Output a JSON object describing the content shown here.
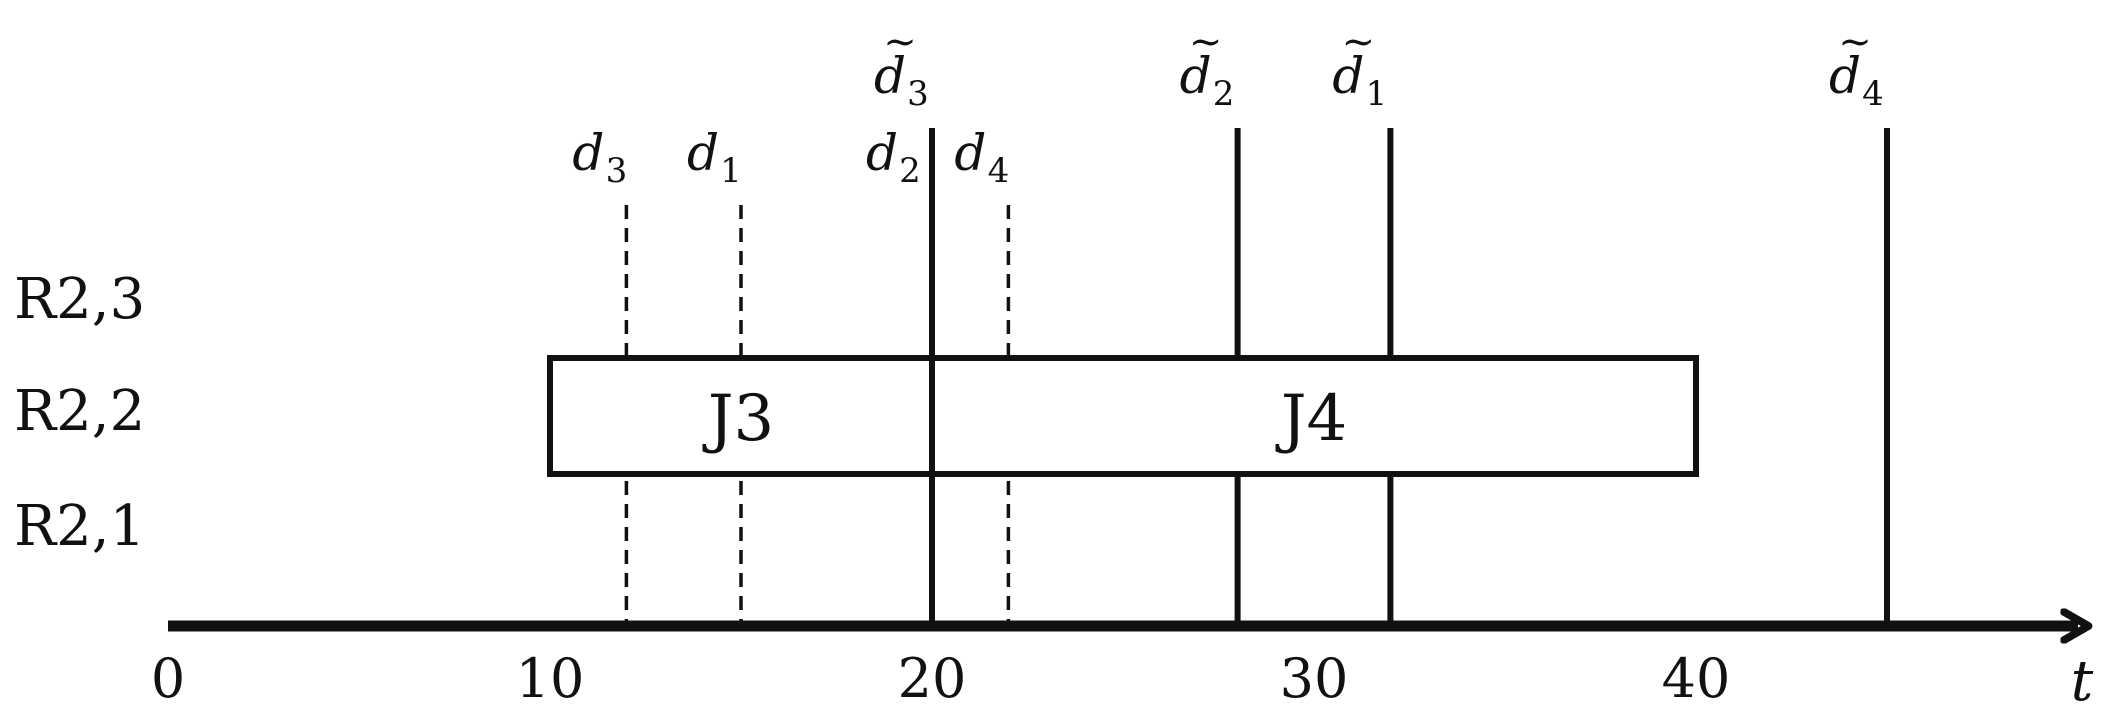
{
  "rows": [
    {
      "label": "R2,3"
    },
    {
      "label": "R2,2"
    },
    {
      "label": "R2,1"
    }
  ],
  "axis": {
    "variable": "t",
    "min": 0,
    "max": 50,
    "ticks": [
      {
        "value": 0,
        "label": "0"
      },
      {
        "value": 10,
        "label": "10"
      },
      {
        "value": 20,
        "label": "20"
      },
      {
        "value": 30,
        "label": "30"
      },
      {
        "value": 40,
        "label": "40"
      }
    ]
  },
  "jobs": [
    {
      "label": "J3",
      "start": 10,
      "end": 20,
      "row": "R2,2"
    },
    {
      "label": "J4",
      "start": 20,
      "end": 40,
      "row": "R2,2"
    }
  ],
  "deadlines": [
    {
      "symbol": "d",
      "index": "3",
      "value": 12
    },
    {
      "symbol": "d",
      "index": "1",
      "value": 15
    },
    {
      "symbol": "d",
      "index": "2",
      "value": 20
    },
    {
      "symbol": "d",
      "index": "4",
      "value": 22
    }
  ],
  "modified_deadlines": [
    {
      "symbol": "d",
      "tilde": "~",
      "index": "3",
      "value": 20
    },
    {
      "symbol": "d",
      "tilde": "~",
      "index": "2",
      "value": 28
    },
    {
      "symbol": "d",
      "tilde": "~",
      "index": "1",
      "value": 32
    },
    {
      "symbol": "d",
      "tilde": "~",
      "index": "4",
      "value": 45
    }
  ],
  "colors": {
    "ink": "#111111",
    "background": "#ffffff"
  }
}
